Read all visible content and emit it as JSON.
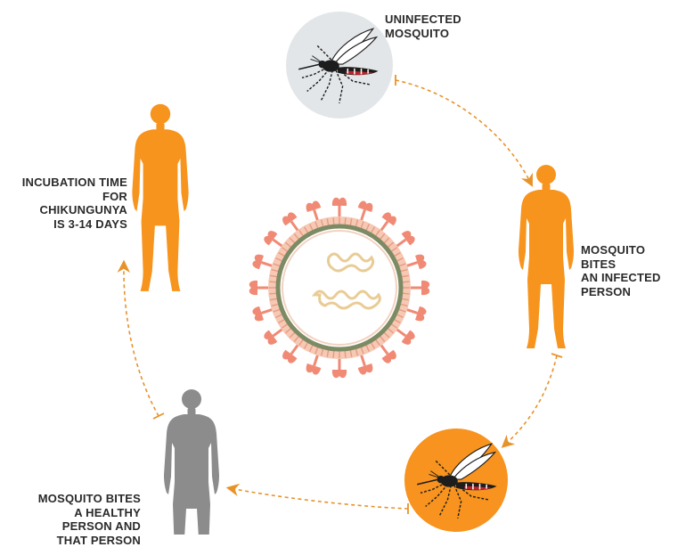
{
  "labels": {
    "uninfected_mosquito": "UNINFECTED\nMOSQUITO",
    "bites_infected": "MOSQUITO\nBITES\nAN INFECTED\nPERSON",
    "incubation": "INCUBATION TIME\nFOR\nCHIKUNGUNYA\nIS 3-14 DAYS",
    "bites_healthy": "MOSQUITO BITES\nA HEALTHY\nPERSON AND\nTHAT PERSON"
  },
  "colors": {
    "orange": "#F7931E",
    "orange_figure": "#F7941D",
    "gray_figure": "#8C8C8C",
    "gray_circle": "#E3E6E8",
    "arrow": "#E8922A",
    "virus_spike": "#F08A75",
    "virus_membrane": "#F6C9B4",
    "virus_ring": "#7D8B64",
    "virus_rna": "#E9CC95"
  },
  "icons": [
    "mosquito-icon",
    "human-figure-icon",
    "virus-particle-icon",
    "arrow-icon"
  ]
}
